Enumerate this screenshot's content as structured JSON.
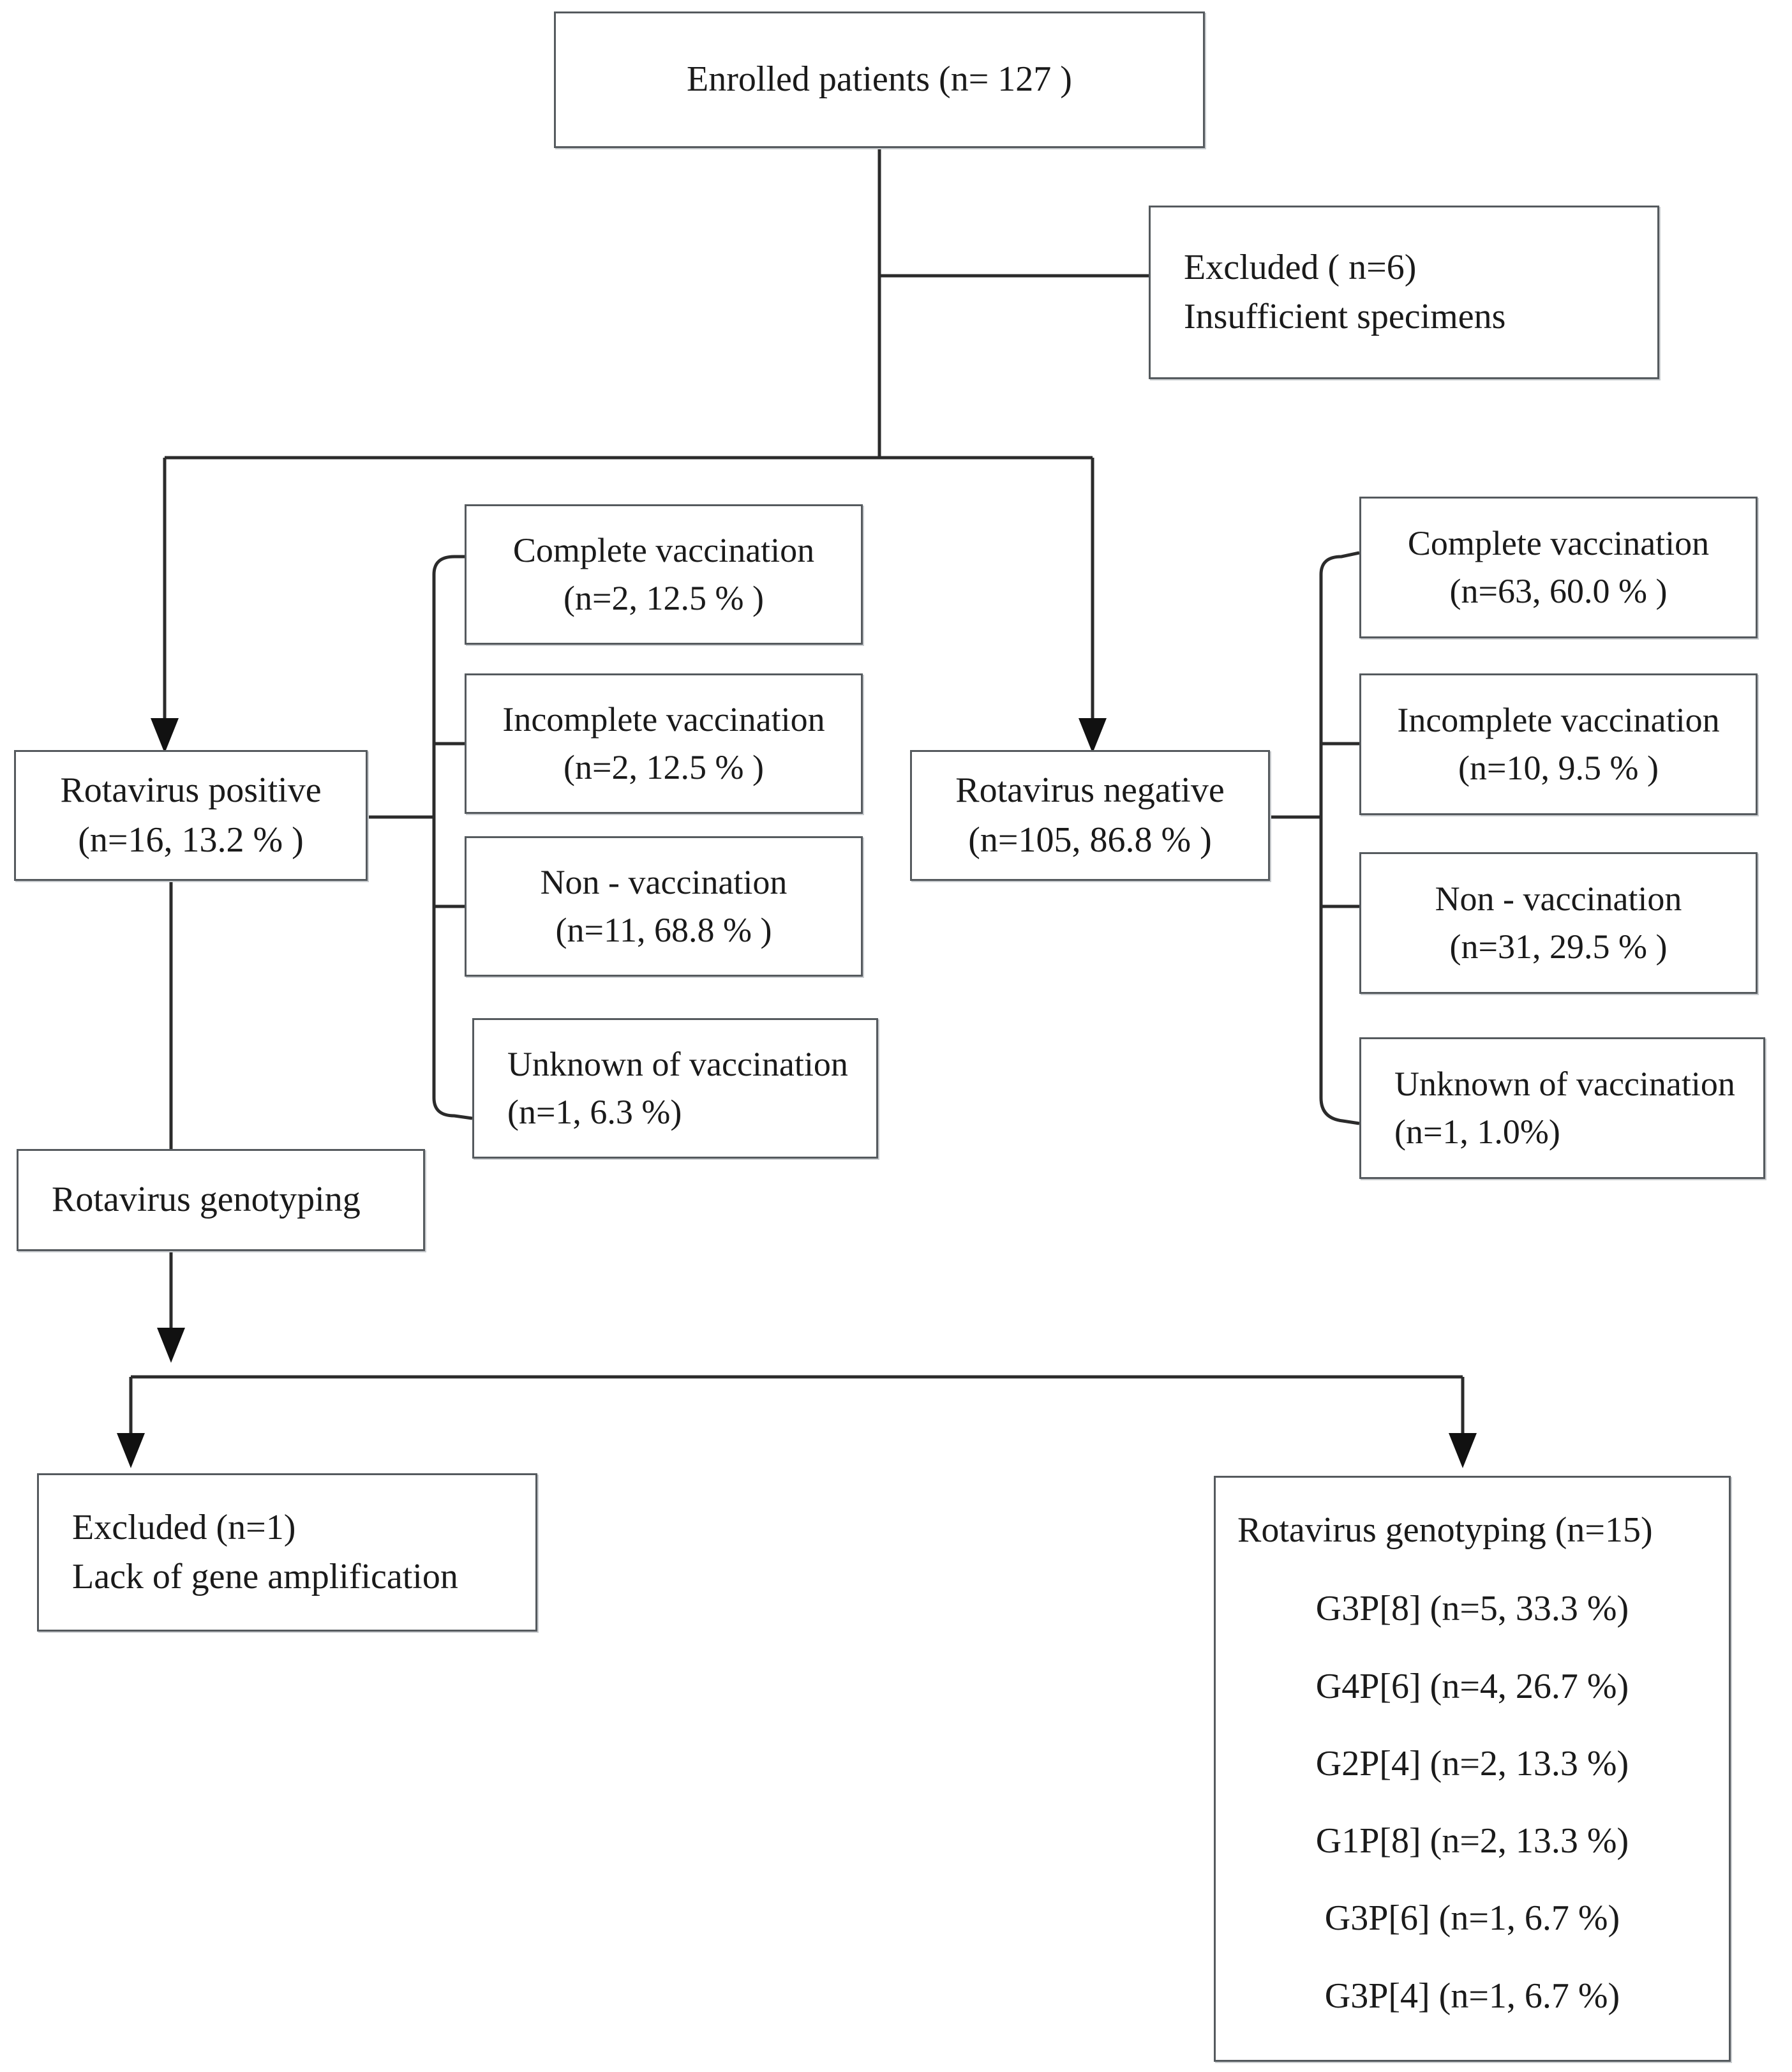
{
  "diagram": {
    "title": "Rotavirus study enrollment and genotyping flowchart",
    "type": "flowchart"
  },
  "nodes": {
    "enrolled": {
      "id": "enrolled-patients",
      "lines": [
        "Enrolled patients (n= 127 )"
      ]
    },
    "excluded_top": {
      "id": "excluded-insufficient-specimens",
      "lines": [
        "Excluded ( n=6)",
        "",
        "Insufficient specimens"
      ]
    },
    "rota_positive": {
      "id": "rotavirus-positive",
      "lines": [
        "Rotavirus positive",
        "(n=16, 13.2 % )"
      ]
    },
    "rota_negative": {
      "id": "rotavirus-negative",
      "lines": [
        "Rotavirus negative",
        "(n=105, 86.8 % )"
      ]
    },
    "pos_complete": {
      "id": "positive-complete-vaccination",
      "lines": [
        "Complete vaccination",
        "(n=2, 12.5 % )"
      ]
    },
    "pos_incomplete": {
      "id": "positive-incomplete-vaccination",
      "lines": [
        "Incomplete vaccination",
        "(n=2, 12.5 % )"
      ]
    },
    "pos_non": {
      "id": "positive-non-vaccination",
      "lines": [
        "Non - vaccination",
        "(n=11, 68.8 % )"
      ]
    },
    "pos_unknown": {
      "id": "positive-unknown-vaccination",
      "lines": [
        "Unknown of vaccination",
        "(n=1, 6.3 %)"
      ]
    },
    "neg_complete": {
      "id": "negative-complete-vaccination",
      "lines": [
        "Complete vaccination",
        "(n=63, 60.0 % )"
      ]
    },
    "neg_incomplete": {
      "id": "negative-incomplete-vaccination",
      "lines": [
        "Incomplete vaccination",
        "(n=10, 9.5 % )"
      ]
    },
    "neg_non": {
      "id": "negative-non-vaccination",
      "lines": [
        "Non - vaccination",
        "(n=31, 29.5 % )"
      ]
    },
    "neg_unknown": {
      "id": "negative-unknown-vaccination",
      "lines": [
        "Unknown of vaccination",
        "(n=1, 1.0%)"
      ]
    },
    "genotyping_step": {
      "id": "rotavirus-genotyping-step",
      "lines": [
        "Rotavirus genotyping"
      ]
    },
    "excluded_bottom": {
      "id": "excluded-lack-of-gene-amplification",
      "lines": [
        "Excluded (n=1)",
        "Lack of gene amplification"
      ]
    },
    "genotyping_results": {
      "id": "rotavirus-genotyping-results",
      "header": "Rotavirus genotyping (n=15)",
      "lines": [
        "G3P[8] (n=5, 33.3 %)",
        "G4P[6] (n=4, 26.7 %)",
        "G2P[4] (n=2, 13.3 %)",
        "G1P[8] (n=2, 13.3 %)",
        "G3P[6] (n=1, 6.7 %)",
        "G3P[4] (n=1, 6.7 %)"
      ]
    }
  },
  "colors": {
    "box_border": "#555a5e",
    "box_shadow": "#c9cccf",
    "connector": "#2b2b2b",
    "connector_grey": "#6b7073",
    "background": "#ffffff",
    "text": "#1a1a1a"
  }
}
